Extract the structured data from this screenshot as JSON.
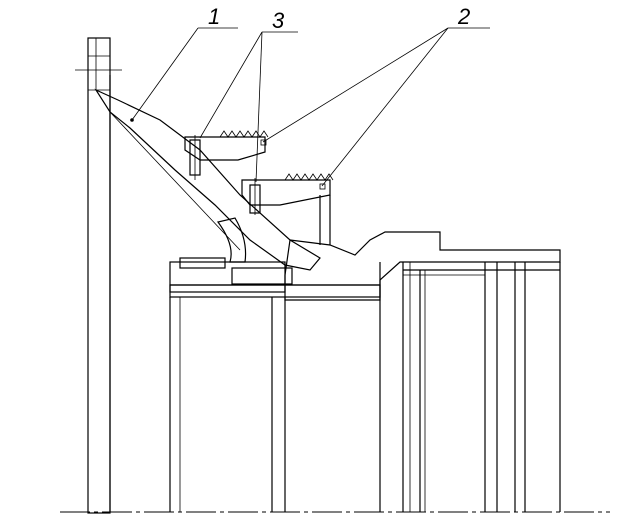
{
  "drawing": {
    "callouts": [
      {
        "id": "1",
        "text": "1"
      },
      {
        "id": "3",
        "text": "3"
      },
      {
        "id": "2",
        "text": "2"
      }
    ]
  }
}
